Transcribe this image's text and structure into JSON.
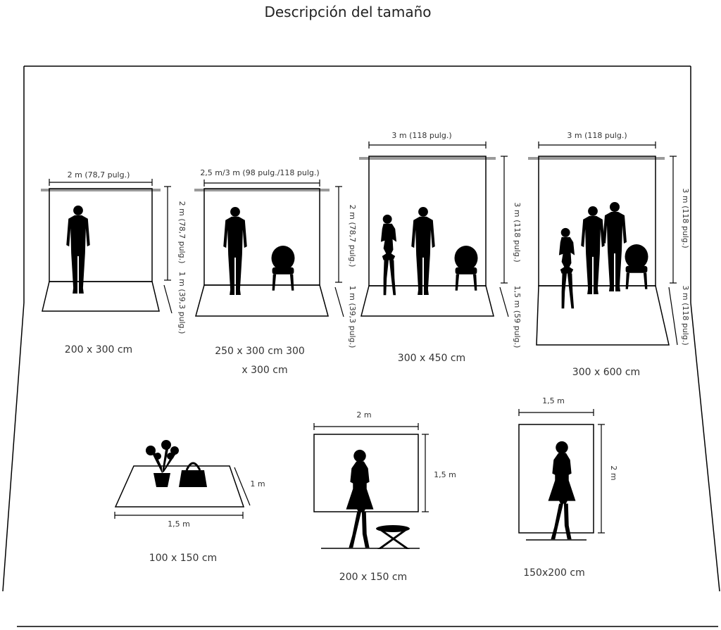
{
  "title": "Descripción del tamaño",
  "panels": [
    {
      "caption": "200 x 300 cm",
      "top": "2 m (78,7 pulg.)",
      "side_upper": "2 m (78,7 pulg.)",
      "side_lower": "1 m (39,3 pulg.)"
    },
    {
      "caption_line1": "250 x 300 cm 300",
      "caption_line2": "x 300 cm",
      "top": "2,5 m/3 m (98 pulg./118 pulg.)",
      "side_upper": "2 m (78,7 pulg.)",
      "side_lower": "1 m (39,3 pulg.)"
    },
    {
      "caption": "300 x 450 cm",
      "top": "3 m (118 pulg.)",
      "side_upper": "3 m (118 pulg.)",
      "side_lower": "1,5 m (59 pulg.)"
    },
    {
      "caption": "300 x 600 cm",
      "top": "3 m (118 pulg.)",
      "side_upper": "3 m (118 pulg.)",
      "side_lower": "3 m (118 pulg.)"
    }
  ],
  "small": [
    {
      "caption": "100 x 150 cm",
      "width_label": "1,5 m",
      "height_label": "1 m"
    },
    {
      "caption": "200 x 150 cm",
      "width_label": "2 m",
      "height_label": "1,5 m"
    },
    {
      "caption": "150x200 cm",
      "width_label": "1,5 m",
      "height_label": "2 m"
    }
  ],
  "colors": {
    "line": "#000000",
    "rod": "#9a9a9a",
    "text": "#222222"
  }
}
